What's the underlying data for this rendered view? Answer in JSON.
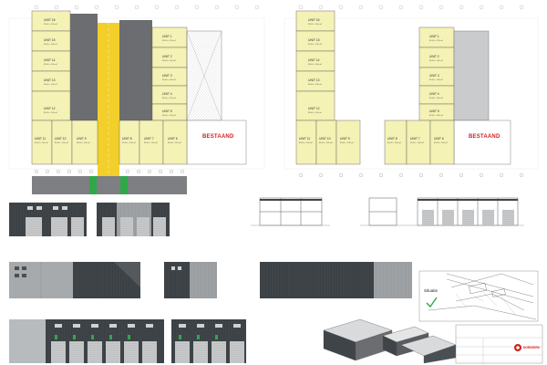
{
  "sheet": {
    "bestaand_label": "BESTAAND",
    "situatie_label": "Situatie",
    "company_name": "DORSSERS"
  },
  "plan_left": {
    "units_top": [
      {
        "label": "UNIT 16",
        "sub": "85.00 × 100 m²"
      },
      {
        "label": "UNIT 15",
        "sub": "85.00 × 100 m²"
      },
      {
        "label": "UNIT 14",
        "sub": "85.00 × 100 m²"
      },
      {
        "label": "UNIT 13",
        "sub": "85.00 × 100 m²"
      },
      {
        "label": "UNIT 12",
        "sub": "85.00 × 100 m²"
      }
    ],
    "units_right": [
      {
        "label": "UNIT 1",
        "sub": "85.00 × 100 m²"
      },
      {
        "label": "UNIT 2",
        "sub": "85.00 × 100 m²"
      },
      {
        "label": "UNIT 3",
        "sub": "85.00 × 100 m²"
      },
      {
        "label": "UNIT 4",
        "sub": "85.00 × 100 m²"
      },
      {
        "label": "UNIT 5",
        "sub": "85.00 × 100 m²"
      }
    ],
    "units_bottom": [
      {
        "label": "UNIT 11",
        "sub": "85.00 × 100 m²"
      },
      {
        "label": "UNIT 10",
        "sub": "85.00 × 100 m²"
      },
      {
        "label": "UNIT 9",
        "sub": "85.00 × 100 m²"
      },
      {
        "label": "UNIT 8",
        "sub": "85.00 × 100 m²"
      },
      {
        "label": "UNIT 7",
        "sub": "85.00 × 100 m²"
      },
      {
        "label": "UNIT 6",
        "sub": "85.00 × 100 m²"
      }
    ]
  },
  "plan_right": {
    "units_top": [
      {
        "label": "UNIT 16",
        "sub": "85.00 × 100 m²"
      },
      {
        "label": "UNIT 15",
        "sub": "85.00 × 100 m²"
      },
      {
        "label": "UNIT 14",
        "sub": "85.00 × 100 m²"
      },
      {
        "label": "UNIT 13",
        "sub": "85.00 × 100 m²"
      },
      {
        "label": "UNIT 12",
        "sub": "85.00 × 100 m²"
      }
    ],
    "units_right": [
      {
        "label": "UNIT 1",
        "sub": "85.00 × 100 m²"
      },
      {
        "label": "UNIT 2",
        "sub": "85.00 × 100 m²"
      },
      {
        "label": "UNIT 3",
        "sub": "85.00 × 100 m²"
      },
      {
        "label": "UNIT 4",
        "sub": "85.00 × 100 m²"
      },
      {
        "label": "UNIT 5",
        "sub": "85.00 × 100 m²"
      }
    ],
    "units_bottom": [
      {
        "label": "UNIT 11",
        "sub": "85.00 × 100 m²"
      },
      {
        "label": "UNIT 10",
        "sub": "85.00 × 100 m²"
      },
      {
        "label": "UNIT 9",
        "sub": "85.00 × 100 m²"
      },
      {
        "label": "UNIT 8",
        "sub": "85.00 × 100 m²"
      },
      {
        "label": "UNIT 7",
        "sub": "85.00 × 100 m²"
      },
      {
        "label": "UNIT 6",
        "sub": "85.00 × 100 m²"
      }
    ]
  },
  "colors": {
    "unit_fill": "#f4f2b4",
    "road_yellow": "#f2cf2b",
    "dark_gray": "#6b6d70",
    "mid_gray": "#9b9da0",
    "cladding": "#3f4448",
    "green_accent": "#2fa84a",
    "red_accent": "#d21f1f"
  },
  "icons": [
    "north-arrow-icon",
    "checkmark-icon",
    "company-logo-icon"
  ]
}
